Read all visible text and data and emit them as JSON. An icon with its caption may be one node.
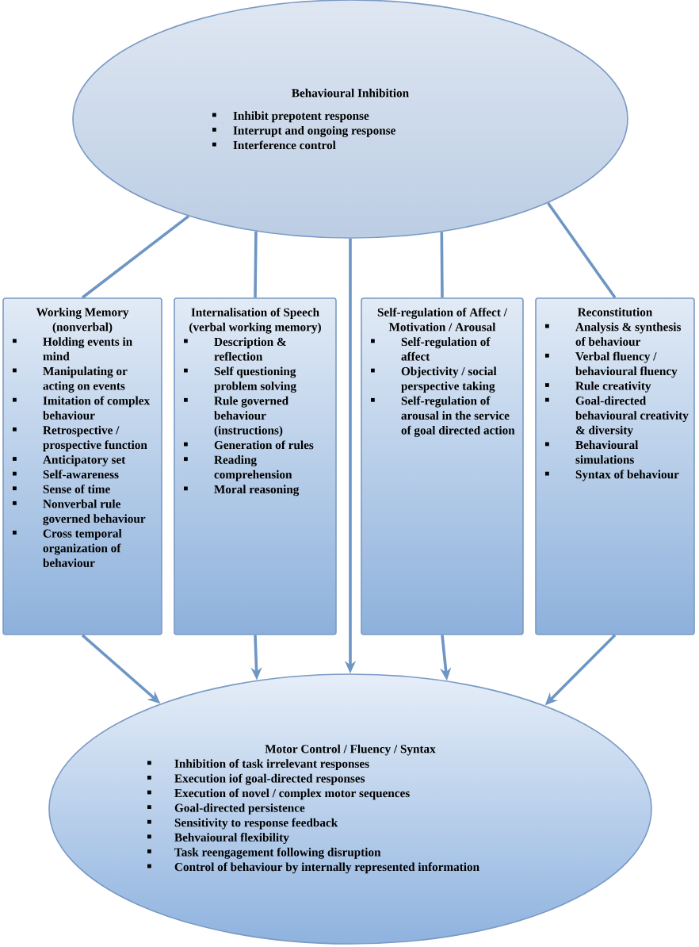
{
  "diagram": {
    "nodes": [
      {
        "text": [
          "Behavioural Inhibition",
          "Inhibit prepotent response",
          "Interrupt and ongoing response",
          "Interference control"
        ]
      },
      {
        "text": [
          "Working Memory (nonverbal)",
          "Holding events in mind",
          "Manipulating or acting on events",
          "Imitation of complex behaviour",
          "Retrospective / prospective function",
          "Anticipatory set",
          "Self-awareness",
          "Sense of time",
          "Nonverbal rule governed behaviour",
          "Cross temporal organization of behaviour"
        ]
      },
      {
        "text": [
          "Internalisation of Speech (verbal working memory)",
          "Description & reflection",
          "Self questioning problem solving",
          "Rule governed behaviour (instructions)",
          "Generation of rules",
          "Reading comprehension",
          "Moral reasoning"
        ]
      },
      {
        "text": [
          "Self-regulation of Affect / Motivation / Arousal",
          "Self-regulation of affect",
          "Objectivity / social perspective taking",
          "Self-regulation of arousal in the service of goal directed action"
        ]
      },
      {
        "text": [
          "Reconstitution",
          "Analysis & synthesis of behaviour",
          "Verbal fluency / behavioural fluency",
          "Rule creativity",
          "Goal-directed behavioural creativity & diversity",
          "Behavioural simulations",
          "Syntax of behaviour"
        ]
      },
      {
        "text": [
          "Motor Control / Fluency / Syntax",
          "Inhibition of task irrelevant responses",
          "Execution iof goal-directed responses",
          "Execution of novel / complex motor sequences",
          "Goal-directed persistence",
          "Sensitivity to response feedback",
          "Behvaioural flexibility",
          "Task reengagement following disruption",
          "Control of behaviour by internally represented information"
        ]
      }
    ],
    "edges": [
      {
        "from": 0,
        "to": 1,
        "arrow": "none"
      },
      {
        "from": 0,
        "to": 2,
        "arrow": "none"
      },
      {
        "from": 0,
        "to": 3,
        "arrow": "none"
      },
      {
        "from": 0,
        "to": 4,
        "arrow": "none"
      },
      {
        "from": 1,
        "to": 5,
        "arrow": "to"
      },
      {
        "from": 2,
        "to": 5,
        "arrow": "to"
      },
      {
        "from": 0,
        "to": 5,
        "arrow": "to"
      },
      {
        "from": 3,
        "to": 5,
        "arrow": "to"
      },
      {
        "from": 4,
        "to": 5,
        "arrow": "to"
      }
    ]
  }
}
